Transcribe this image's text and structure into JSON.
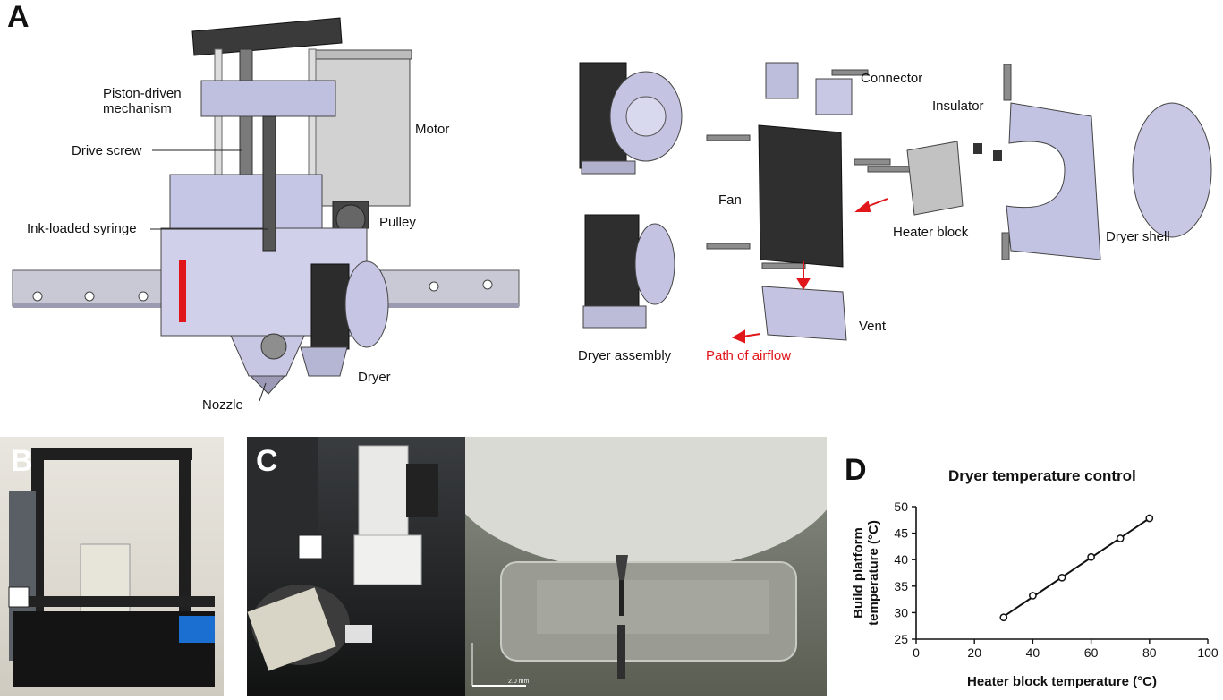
{
  "panels": {
    "a": "A",
    "b": "B",
    "c": "C",
    "d": "D"
  },
  "panel_a": {
    "left_labels": {
      "piston": "Piston-driven\nmechanism",
      "drive_screw": "Drive screw",
      "motor": "Motor",
      "syringe": "Ink-loaded syringe",
      "pulley": "Pulley",
      "dryer": "Dryer",
      "nozzle": "Nozzle"
    },
    "right_labels": {
      "connector": "Connector",
      "insulator": "Insulator",
      "fan": "Fan",
      "heater_block": "Heater block",
      "dryer_shell": "Dryer shell",
      "vent": "Vent",
      "dryer_assembly": "Dryer assembly",
      "airflow": "Path of airflow"
    },
    "colors": {
      "arrow": "#e0161b",
      "part": "#b9b9d8",
      "dark": "#2a2a2a",
      "heater": "#bdbdbd"
    }
  },
  "panel_b": {
    "overlay_icons": [
      "printer-photo"
    ]
  },
  "panel_c": {
    "scale_bar_text": "2.0 mm"
  },
  "chart_data": {
    "type": "scatter",
    "title": "Dryer temperature control",
    "xlabel": "Heater block temperature (°C)",
    "ylabel": "Build platform temperature (°C)",
    "ylabel_lines": [
      "Build platform",
      "temperature (°C)"
    ],
    "xlim": [
      0,
      100
    ],
    "ylim": [
      25,
      50
    ],
    "xticks": [
      0,
      20,
      40,
      60,
      80,
      100
    ],
    "yticks": [
      25,
      30,
      35,
      40,
      45,
      50
    ],
    "x": [
      30,
      40,
      50,
      60,
      70,
      80
    ],
    "y": [
      29.1,
      33.2,
      36.6,
      40.5,
      44.0,
      47.8
    ],
    "fit_line": true,
    "grid": false
  }
}
